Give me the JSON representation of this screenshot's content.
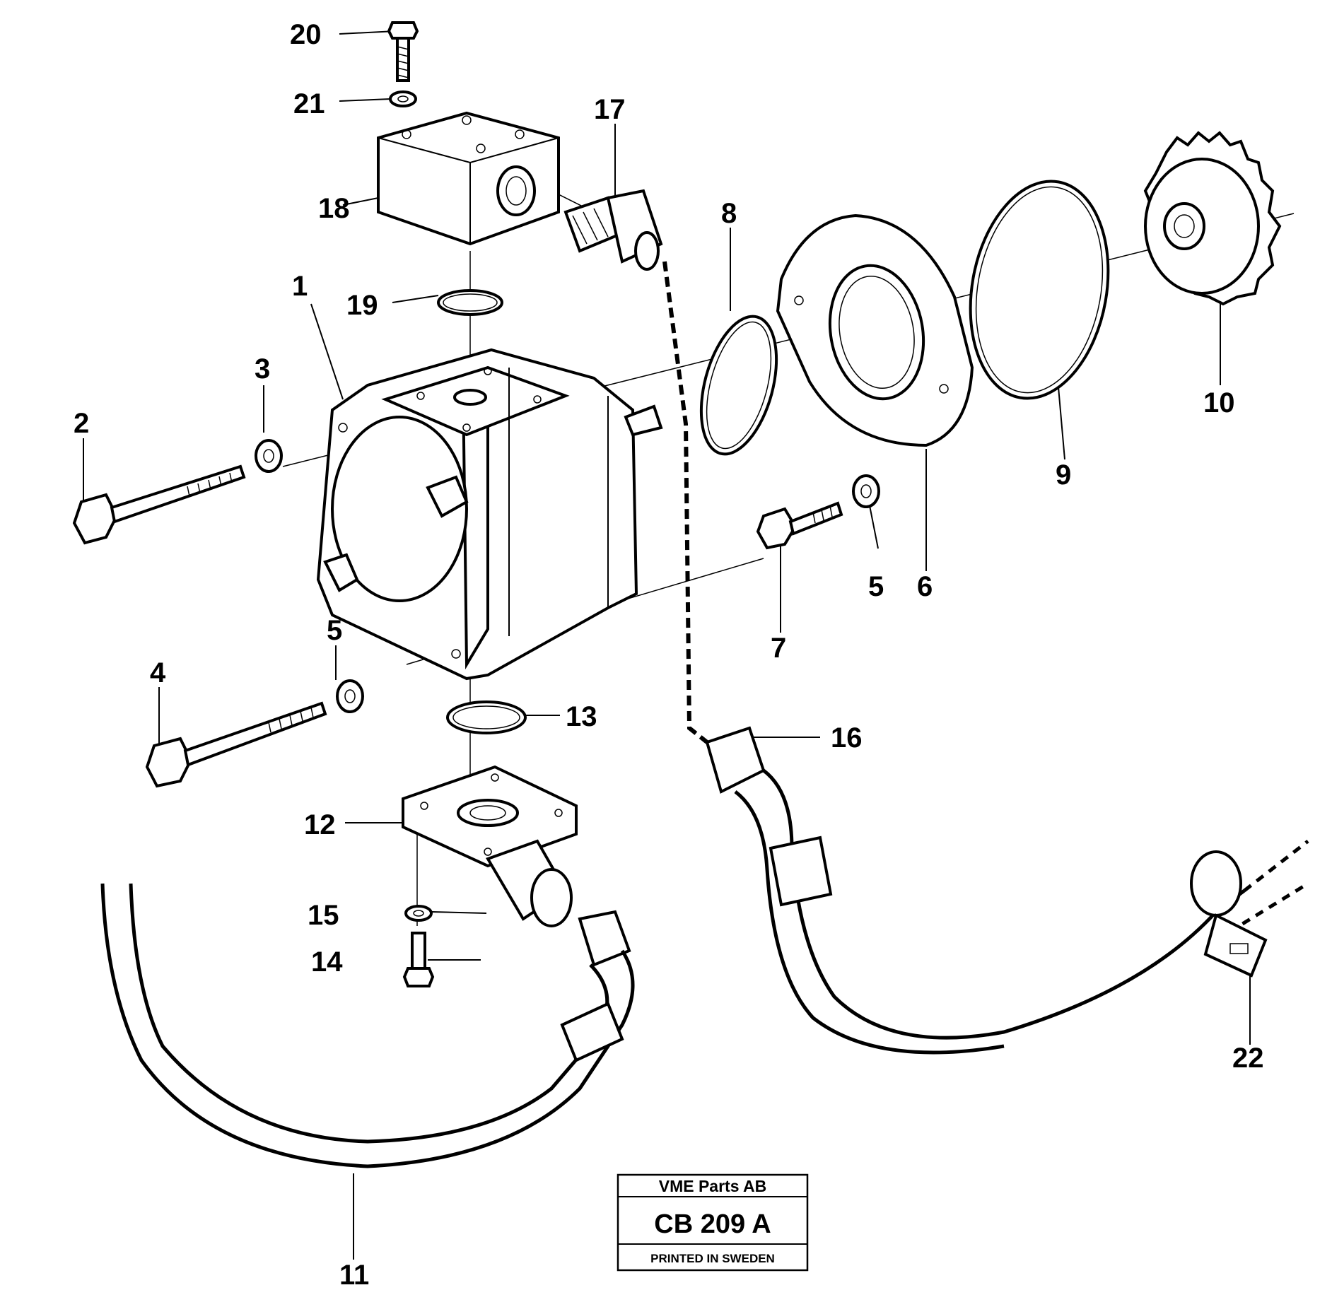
{
  "callouts": [
    {
      "id": "1",
      "label": "1"
    },
    {
      "id": "2",
      "label": "2"
    },
    {
      "id": "3",
      "label": "3"
    },
    {
      "id": "4",
      "label": "4"
    },
    {
      "id": "5a",
      "label": "5"
    },
    {
      "id": "5b",
      "label": "5"
    },
    {
      "id": "6",
      "label": "6"
    },
    {
      "id": "7",
      "label": "7"
    },
    {
      "id": "8",
      "label": "8"
    },
    {
      "id": "9",
      "label": "9"
    },
    {
      "id": "10",
      "label": "10"
    },
    {
      "id": "11",
      "label": "11"
    },
    {
      "id": "12",
      "label": "12"
    },
    {
      "id": "13",
      "label": "13"
    },
    {
      "id": "14",
      "label": "14"
    },
    {
      "id": "15",
      "label": "15"
    },
    {
      "id": "16",
      "label": "16"
    },
    {
      "id": "17",
      "label": "17"
    },
    {
      "id": "18",
      "label": "18"
    },
    {
      "id": "19",
      "label": "19"
    },
    {
      "id": "20",
      "label": "20"
    },
    {
      "id": "21",
      "label": "21"
    },
    {
      "id": "22",
      "label": "22"
    }
  ],
  "title_block": {
    "company": "VME Parts AB",
    "code": "CB 209  A",
    "printed": "PRINTED IN SWEDEN"
  }
}
